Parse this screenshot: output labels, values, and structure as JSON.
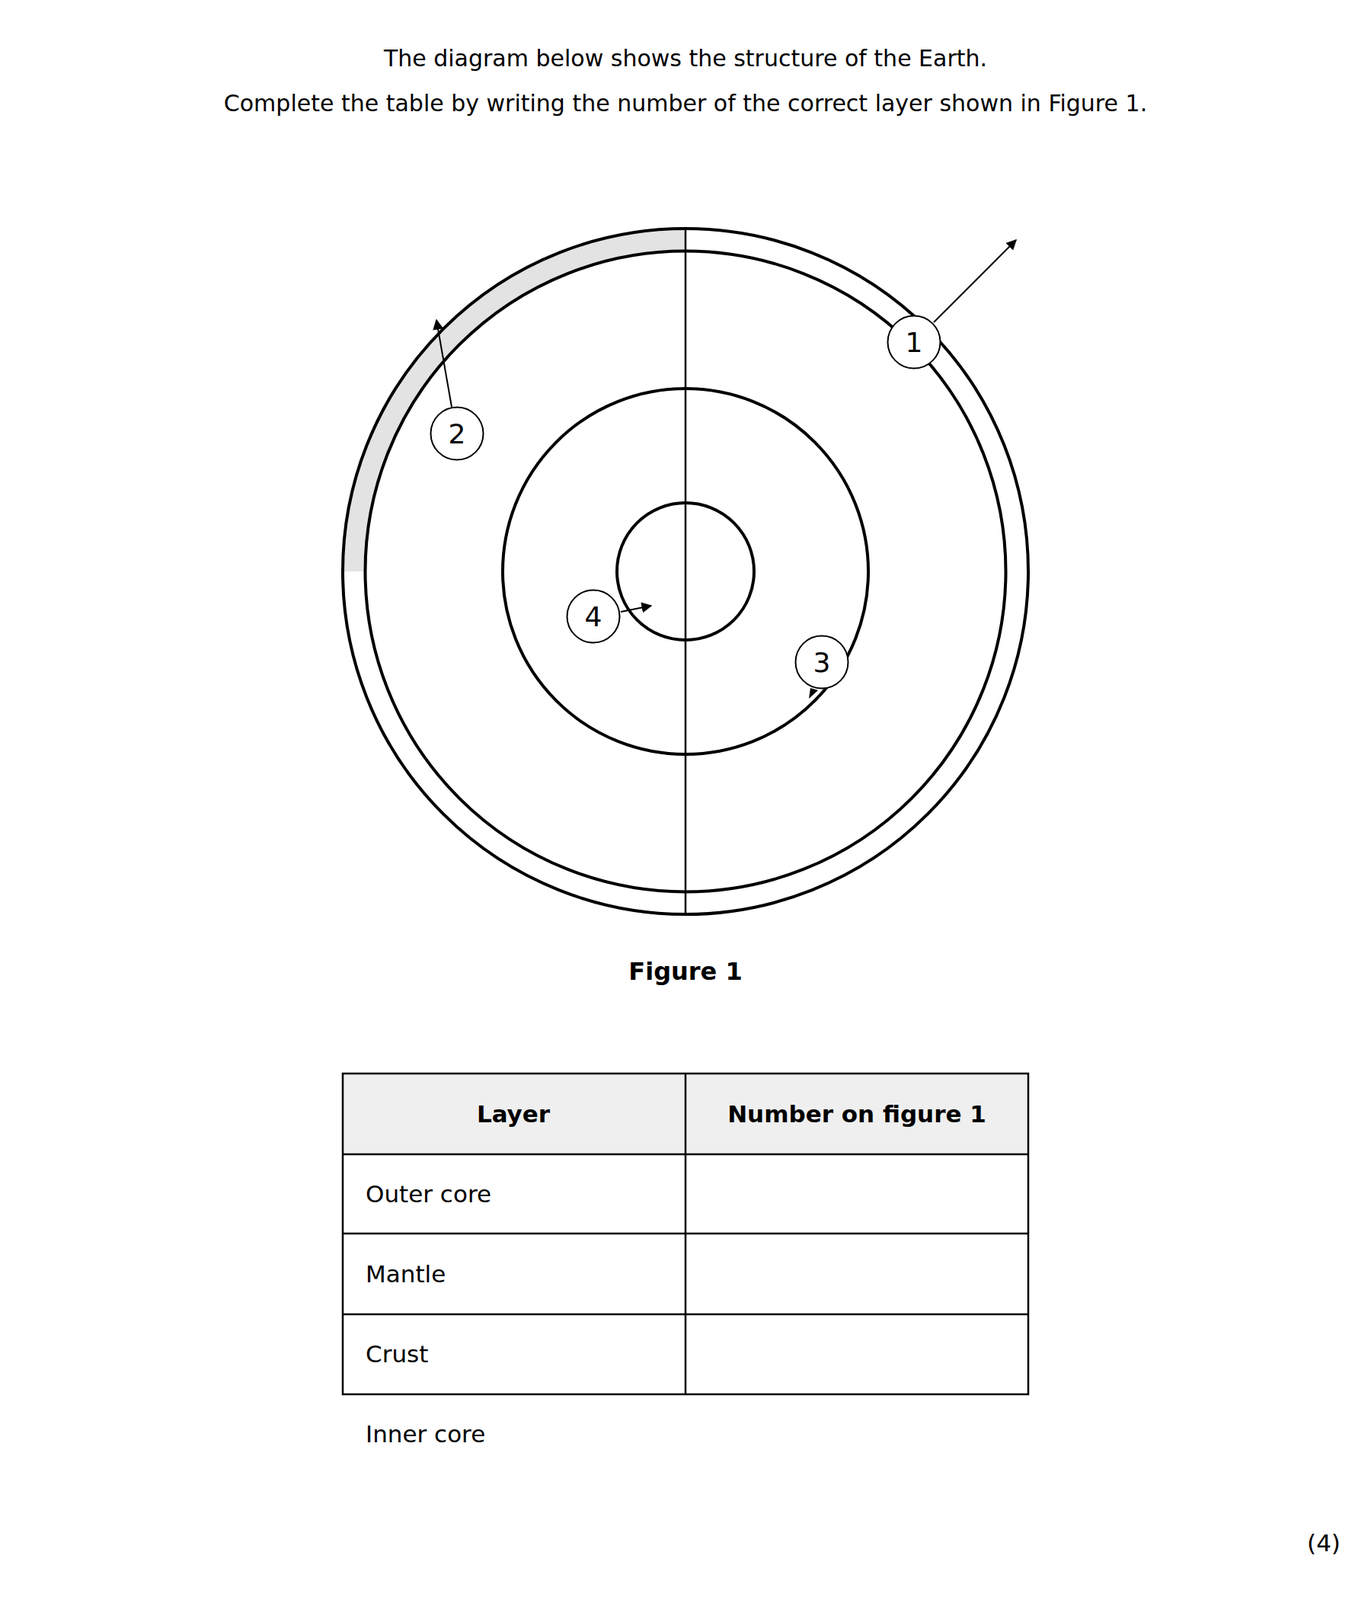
{
  "diagram": {
    "title": "The diagram below shows the structure of the Earth.",
    "caption": "Figure 1",
    "nodes": [
      {
        "text": [
          "1"
        ]
      },
      {
        "text": [
          "2"
        ]
      },
      {
        "text": [
          "4"
        ]
      },
      {
        "text": [
          "3"
        ]
      }
    ],
    "labels": [
      "Complete the table by writing the number of the correct layer shown in Figure 1.",
      "Layer",
      "Number on figure 1",
      "Outer core",
      "Mantle",
      "Crust",
      "Inner core",
      "(4)"
    ]
  }
}
